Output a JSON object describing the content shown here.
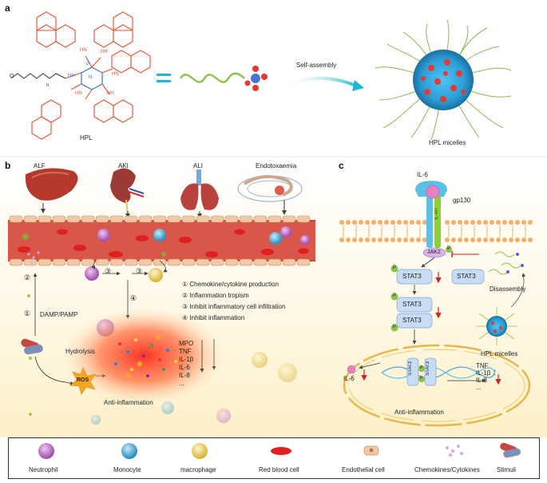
{
  "panels": {
    "a": "a",
    "b": "b",
    "c": "c"
  },
  "panel_a": {
    "molecule_label": "HPL",
    "equals": "=",
    "arrow_label": "Self-assembly",
    "micelle_label": "HPL micelles",
    "chem": {
      "hn": "HN",
      "nh": "NH",
      "o": "O",
      "n": "N",
      "p": "P",
      "n_sub": "n"
    }
  },
  "panel_b": {
    "organs": [
      "ALF",
      "AKI",
      "ALI",
      "Endotoxaemia"
    ],
    "steps": [
      "① Chemokine/cytokine production",
      "② Inflammation tropism",
      "③ Inhibit inflammatory cell infiltration",
      "④ Inhibit inflammation"
    ],
    "step_marks": [
      "①",
      "②",
      "③",
      "③",
      "④"
    ],
    "damp": "DAMP/PAMP",
    "hydrolysis": "Hydrolysis",
    "ros": "ROS",
    "cytokines": [
      "MPO",
      "TNF",
      "IL-1β",
      "IL-6",
      "IL-8",
      "..."
    ],
    "anti": "Anti-inflammation"
  },
  "panel_c": {
    "il6": "IL-6",
    "gp130": "gp130",
    "il6r": "IL-6R",
    "jak2": "JAK2",
    "p": "P",
    "stat3": "STAT3",
    "disassembly": "Disassembly",
    "micelles": "HPL micelles",
    "nucleus_il6": "IL-6",
    "nucleus_cytokines": [
      "TNF",
      "IL-1β",
      "IL-8",
      "..."
    ],
    "anti": "Anti-inflammation"
  },
  "legend": [
    "Neutrophil",
    "Monocyte",
    "macrophage",
    "Red blood cell",
    "Endothelial cell",
    "Chemokines/Cytokines",
    "Stimuli"
  ],
  "colors": {
    "chem_red": "#e8502e",
    "micelle_green": "#7cb342",
    "arrow_cyan": "#26c6da",
    "membrane_orange": "#f3b06a",
    "vessel_red": "#c94a3e",
    "neutrophil": "#c77dcc",
    "monocyte": "#4fb3d9",
    "macrophage": "#e6d36a",
    "stat3_fill": "#c7dcf5",
    "inflammation": "#ff3b2f"
  }
}
